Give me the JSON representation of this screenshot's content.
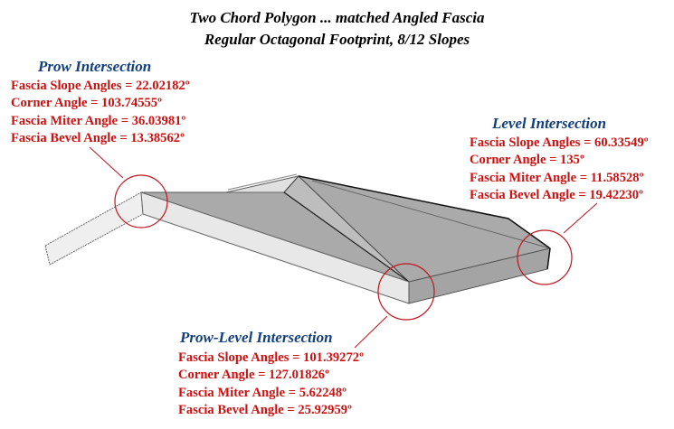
{
  "title": {
    "line1": "Two Chord Polygon ... matched Angled Fascia",
    "line2": "Regular Octagonal Footprint, 8/12 Slopes"
  },
  "colors": {
    "heading": "#123f7c",
    "values": "#cc1111",
    "callout_circle": "#c0141c",
    "roof": "#aaaaaa",
    "hip_face": "#bcbcbc",
    "front_fascia": "#e8e8e8",
    "side_fascia": "#a4a4a4"
  },
  "callouts": {
    "prow": {
      "heading": "Prow Intersection",
      "lines": [
        "Fascia Slope Angles = 22.02182º",
        "Corner Angle = 103.74555º",
        "Fascia Miter Angle = 36.03981º",
        "Fascia Bevel Angle = 13.38562º"
      ]
    },
    "level": {
      "heading": "Level Intersection",
      "lines": [
        "Fascia Slope Angles = 60.33549º",
        "Corner Angle = 135º",
        "Fascia Miter Angle = 11.58528º",
        "Fascia Bevel Angle = 19.42230º"
      ]
    },
    "prow_level": {
      "heading": "Prow-Level Intersection",
      "lines": [
        "Fascia Slope Angles = 101.39272º",
        "Corner Angle = 127.01826º",
        "Fascia Miter Angle = 5.62248º",
        "Fascia Bevel Angle = 25.92959º"
      ]
    }
  }
}
